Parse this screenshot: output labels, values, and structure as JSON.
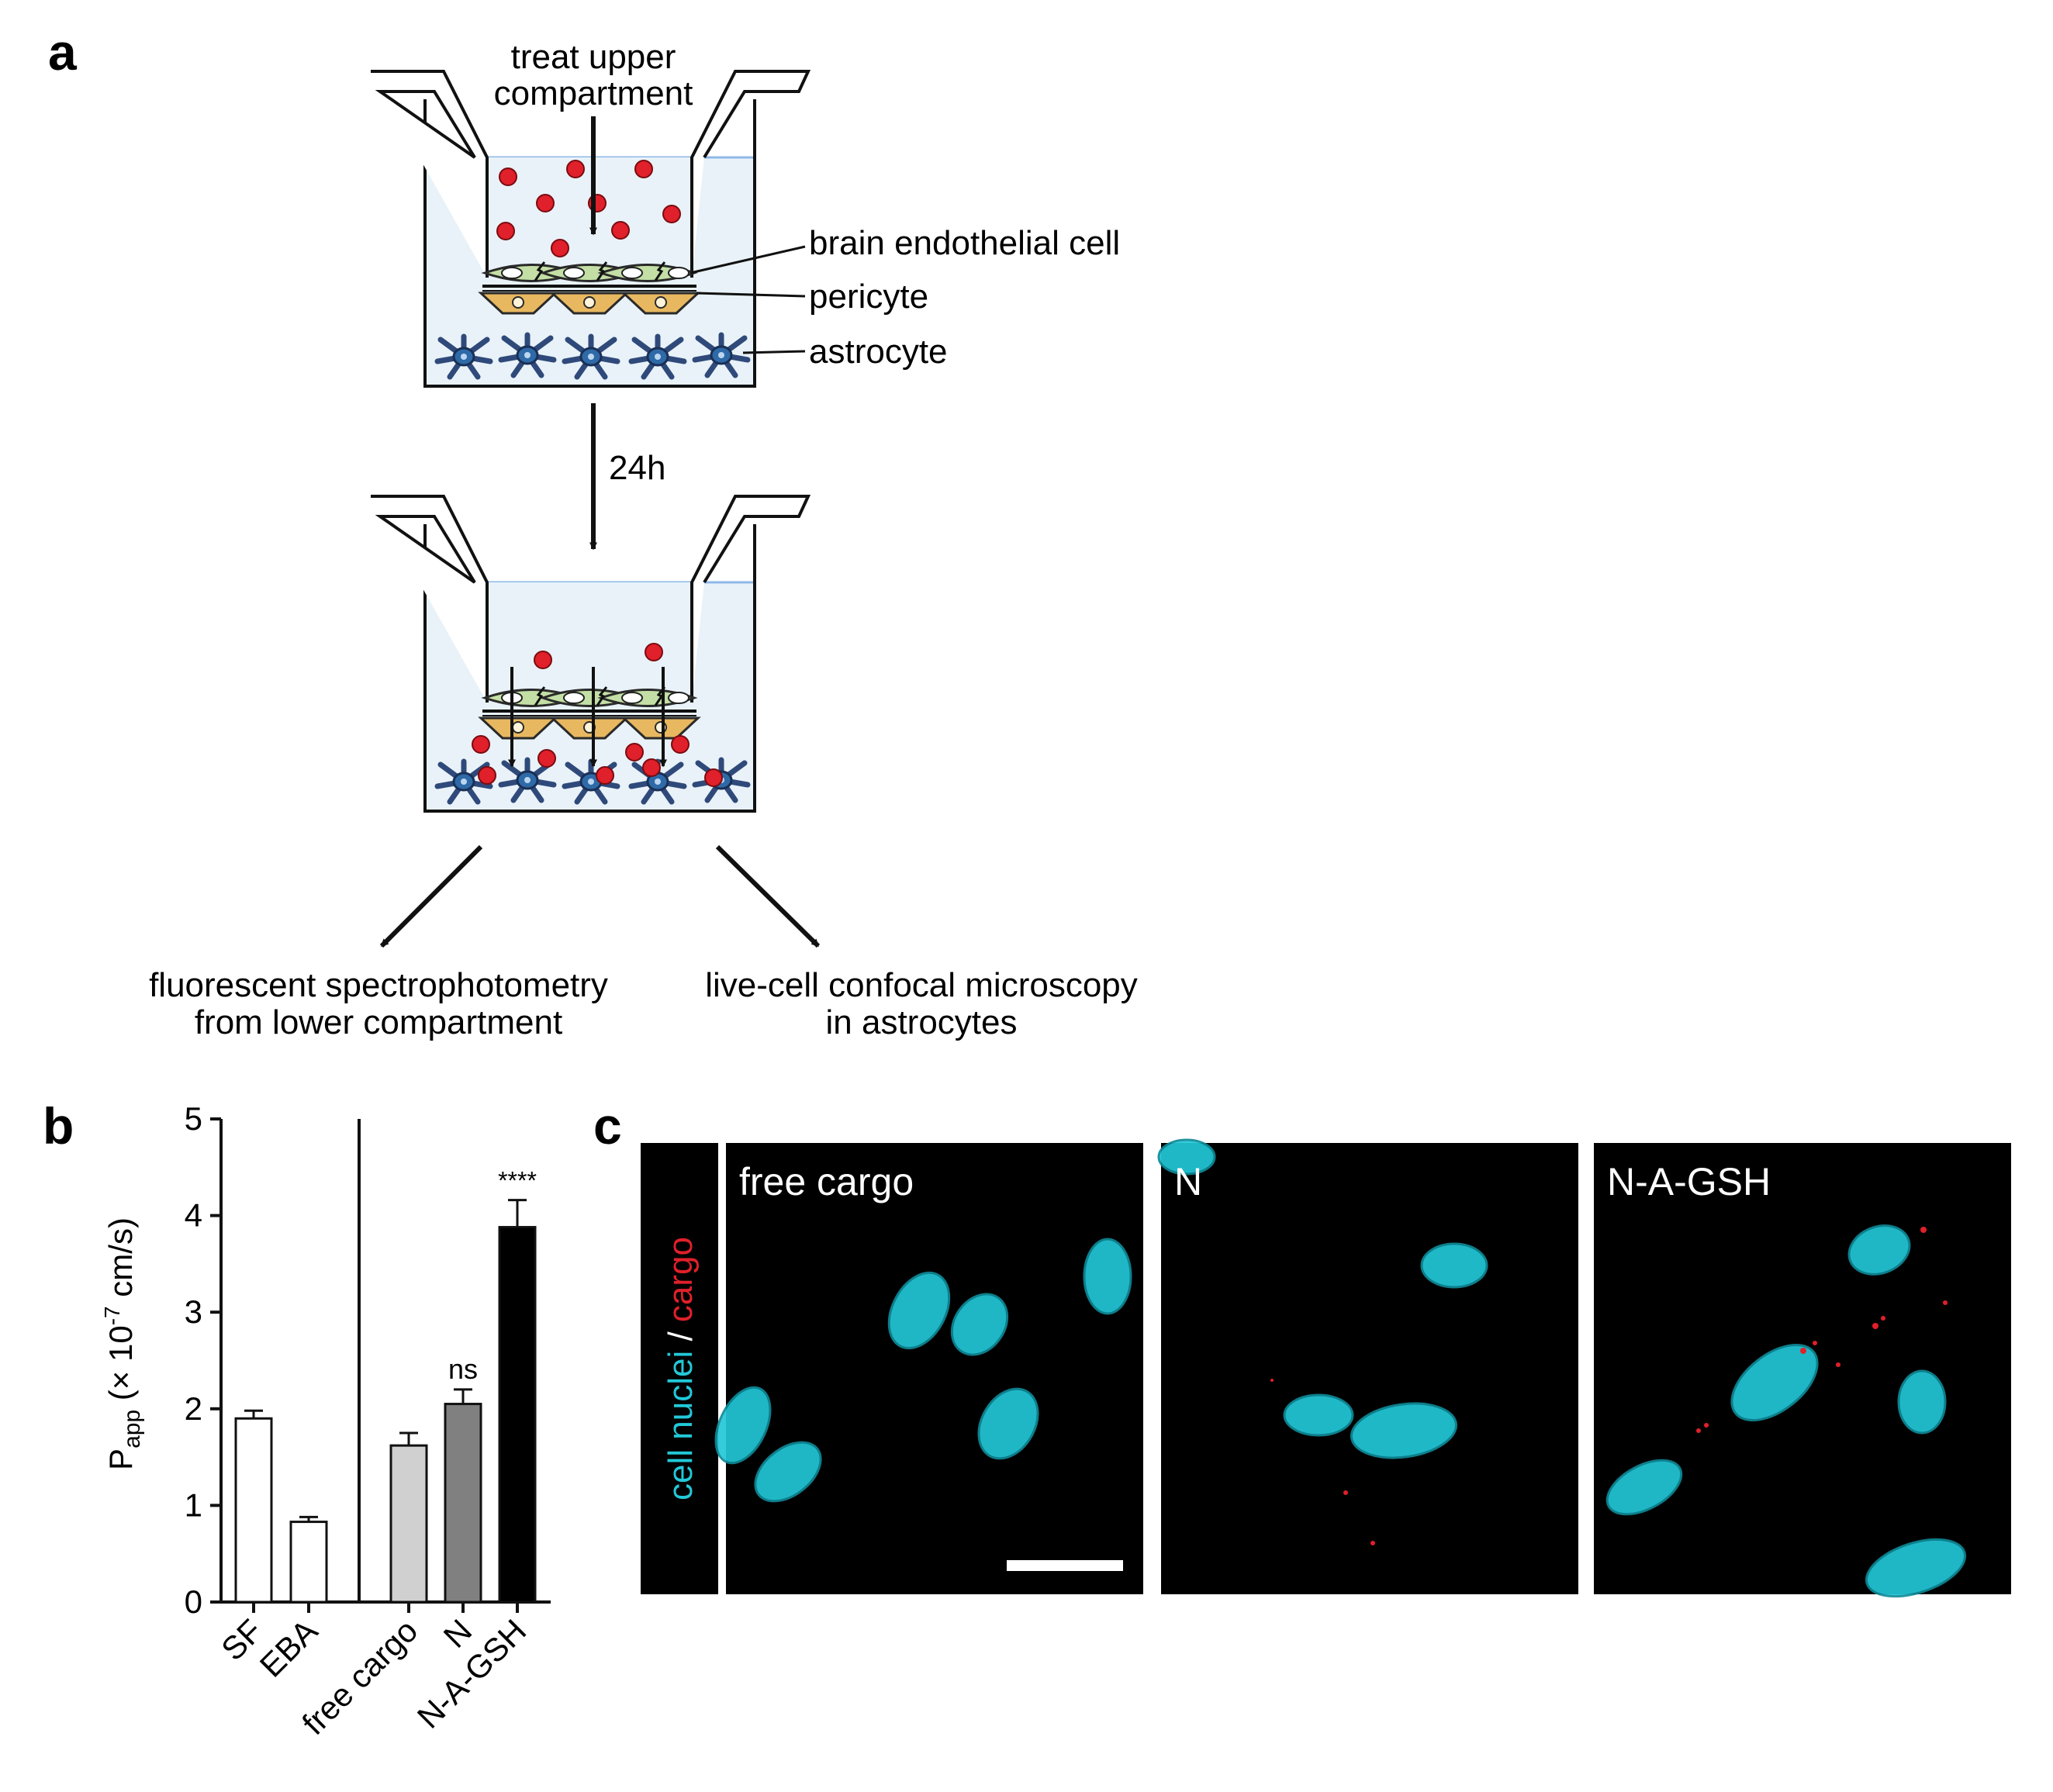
{
  "panels": {
    "a": {
      "letter": "a",
      "treat_line1": "treat upper",
      "treat_line2": "compartment",
      "label_endothelial": "brain endothelial cell",
      "label_pericyte": "pericyte",
      "label_astrocyte": "astrocyte",
      "time_label": "24h",
      "left_out_line1": "fluorescent spectrophotometry",
      "left_out_line2": "from lower compartment",
      "right_out_line1": "live-cell confocal microscopy",
      "right_out_line2": "in astrocytes"
    },
    "b": {
      "letter": "b"
    },
    "c": {
      "letter": "c",
      "side_label_cyan": "cell nuclei",
      "side_label_sep": " / ",
      "side_label_red": "cargo",
      "image_titles": [
        "free cargo",
        "N",
        "N-A-GSH"
      ]
    }
  },
  "colors": {
    "medium": "#e8f2f8",
    "medium_line": "#8fb8e8",
    "cargo_red": "#e0202a",
    "endothelial": "#c3dfa5",
    "pericyte": "#e8b860",
    "astrocyte": "#2f6aa8",
    "nucleus_cyan": "#22c8d8",
    "black": "#000000",
    "bar_white": "#ffffff",
    "bar_lightgray": "#d0d0d0",
    "bar_gray": "#808080",
    "bar_black": "#000000"
  },
  "chart_data": {
    "type": "bar",
    "ylabel_main": "P",
    "ylabel_sub": "app",
    "ylabel_rest": " (× 10",
    "ylabel_exp": "-7",
    "ylabel_unit": " cm/s)",
    "ylim": [
      0,
      5
    ],
    "yticks": [
      "0",
      "1",
      "2",
      "3",
      "4",
      "5"
    ],
    "categories": [
      "SF",
      "EBA",
      "free cargo",
      "N",
      "N-A-GSH"
    ],
    "values": [
      1.9,
      0.83,
      1.62,
      2.05,
      3.88
    ],
    "errors": [
      0.08,
      0.05,
      0.13,
      0.15,
      0.28
    ],
    "bar_colors": [
      "#ffffff",
      "#ffffff",
      "#d0d0d0",
      "#808080",
      "#000000"
    ],
    "annotations": [
      "",
      "",
      "",
      "ns",
      "****"
    ],
    "grid": false,
    "legend": "none"
  }
}
